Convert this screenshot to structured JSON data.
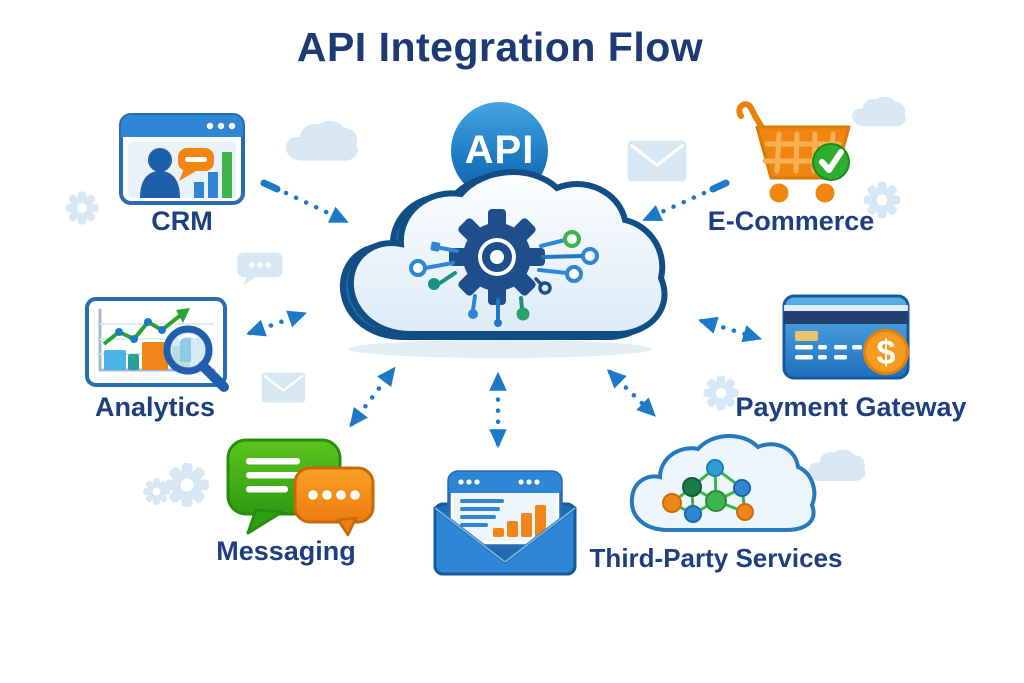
{
  "title": "API Integration Flow",
  "cloud": {
    "badge_label": "API",
    "icon": "api-cloud-gear-icon"
  },
  "nodes": {
    "crm": {
      "label": "CRM",
      "icon": "crm-browser-chart-icon",
      "position": "top-left"
    },
    "ecommerce": {
      "label": "E-Commerce",
      "icon": "shopping-cart-check-icon",
      "position": "top-right"
    },
    "analytics": {
      "label": "Analytics",
      "icon": "bar-chart-magnifier-icon",
      "position": "middle-left"
    },
    "payment": {
      "label": "Payment Gateway",
      "icon": "credit-card-dollar-icon",
      "position": "middle-right",
      "currency_symbol": "$"
    },
    "messaging": {
      "label": "Messaging",
      "icon": "chat-bubbles-icon",
      "position": "bottom-left"
    },
    "third_party": {
      "label": "Third-Party Services",
      "icon": "cloud-network-icon",
      "position": "bottom-right"
    },
    "email_report": {
      "icon": "envelope-report-icon",
      "position": "bottom-center"
    }
  },
  "connections": [
    {
      "from": "crm",
      "to": "api-cloud",
      "direction": "one-way",
      "style": "dotted-arrow"
    },
    {
      "from": "ecommerce",
      "to": "api-cloud",
      "direction": "one-way",
      "style": "dotted-arrow"
    },
    {
      "from": "analytics",
      "to": "api-cloud",
      "direction": "two-way",
      "style": "dotted-arrow"
    },
    {
      "from": "payment",
      "to": "api-cloud",
      "direction": "two-way",
      "style": "dotted-arrow"
    },
    {
      "from": "messaging",
      "to": "api-cloud",
      "direction": "two-way",
      "style": "dotted-arrow"
    },
    {
      "from": "email_report",
      "to": "api-cloud",
      "direction": "two-way",
      "style": "dotted-arrow"
    },
    {
      "from": "third_party",
      "to": "api-cloud",
      "direction": "two-way",
      "style": "dotted-arrow"
    }
  ],
  "decorations": [
    "cloud-icon",
    "gear-icon",
    "envelope-icon",
    "chat-dots-icon"
  ],
  "colors": {
    "title_text": "#1d3a75",
    "label_text": "#1d3f7f",
    "arrow": "#1e78c8",
    "cloud_outline": "#124e86",
    "api_badge": "#1f7cc4",
    "decoration_blue": "#d7e7f4",
    "orange": "#f0860f",
    "green": "#3cb54a"
  }
}
